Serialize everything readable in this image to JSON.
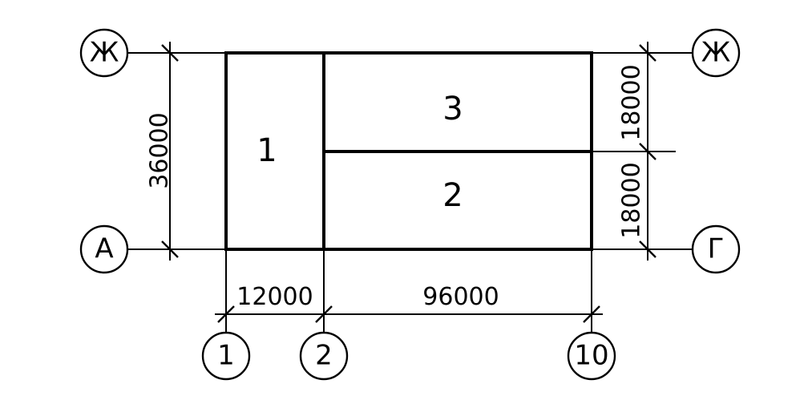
{
  "axes": {
    "top_left": "Ж",
    "top_right": "Ж",
    "bottom_left": "А",
    "bottom_right": "Г",
    "col_1": "1",
    "col_2": "2",
    "col_10": "10"
  },
  "dimensions": {
    "left_height": "36000",
    "right_upper": "18000",
    "right_lower": "18000",
    "bottom_span_1": "12000",
    "bottom_span_2": "96000"
  },
  "zones": {
    "zone_1": "1",
    "zone_2": "2",
    "zone_3": "3"
  }
}
